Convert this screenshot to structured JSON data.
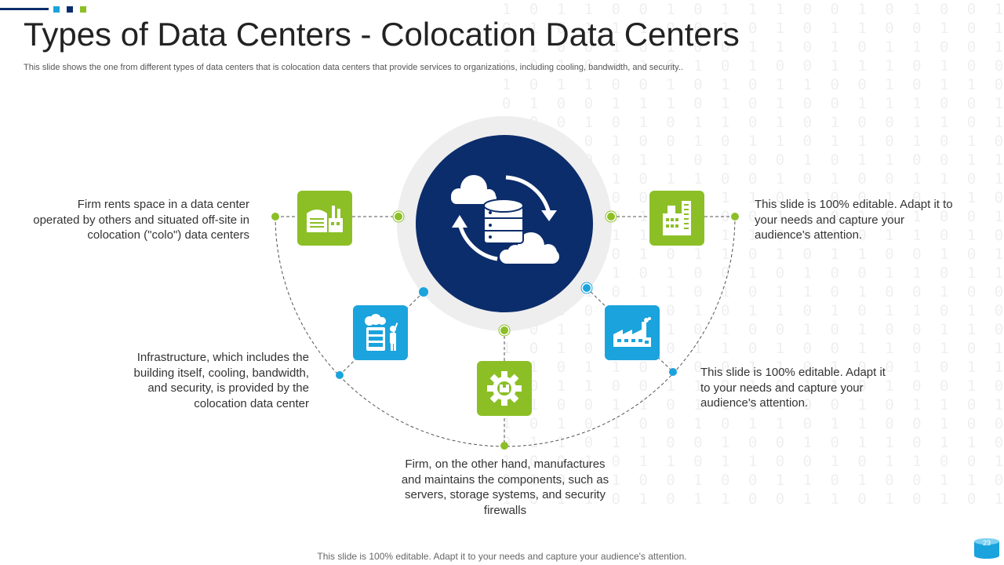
{
  "header": {
    "title": "Types of Data Centers - Colocation Data Centers",
    "subtitle": "This slide shows the one from different types of data centers that is colocation data centers that provide services to organizations, including cooling, bandwidth, and security.."
  },
  "colors": {
    "navy": "#0c2d6b",
    "green": "#8cbf26",
    "blue": "#1aa3dc",
    "ring": "#eeeeee"
  },
  "center_icon": "cloud-database-sync-icon",
  "items": [
    {
      "text": "Firm rents space in a data center operated by others and situated off-site in colocation (\"colo\") data centers",
      "icon": "factory-building-icon"
    },
    {
      "text": "Infrastructure, which includes the building itself, cooling, bandwidth, and security, is provided by the colocation data center",
      "icon": "server-person-icon"
    },
    {
      "text": "Firm, on the other hand, manufactures and maintains the components, such as servers, storage systems, and security firewalls",
      "icon": "gear-icon"
    },
    {
      "text": "This slide is 100% editable. Adapt it to your needs and capture your audience's attention.",
      "icon": "industrial-factory-icon"
    },
    {
      "text": "This slide is 100% editable. Adapt it to your needs and capture your audience's attention.",
      "icon": "office-building-icon"
    }
  ],
  "footer": {
    "text": "This slide is 100% editable. Adapt it to your needs and capture your audience's attention."
  },
  "page_number": "23"
}
